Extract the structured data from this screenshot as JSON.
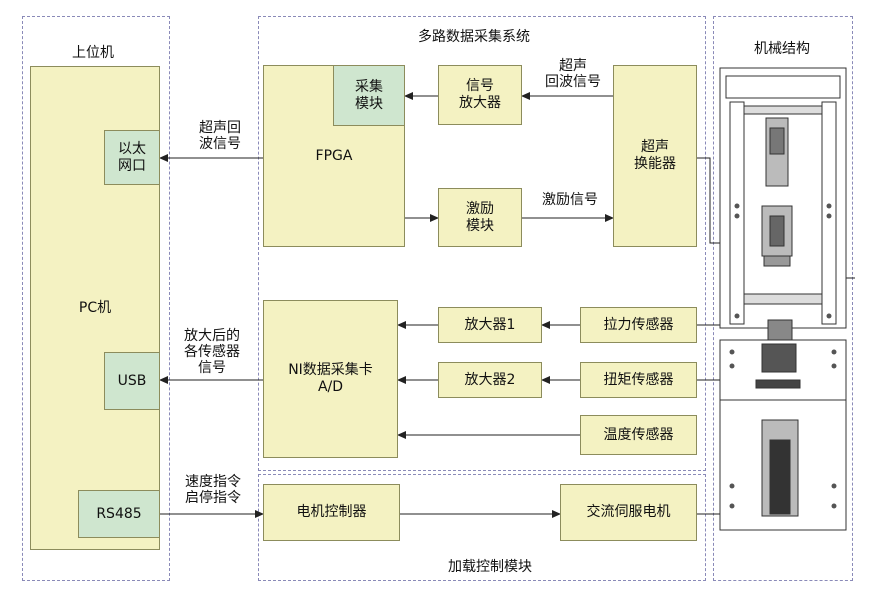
{
  "groups": {
    "host": "上位机",
    "daq_system": "多路数据采集系统",
    "mechanical": "机械结构",
    "loading": "加载控制模块"
  },
  "boxes": {
    "pc": "PC机",
    "ethernet": "以太\n网口",
    "usb": "USB",
    "rs485": "RS485",
    "fpga": "FPGA",
    "acq_module": "采集\n模块",
    "signal_amp": "信号\n放大器",
    "excitation": "激励\n模块",
    "transducer": "超声\n换能器",
    "ni_card": "NI数据采集卡\nA/D",
    "amp1": "放大器1",
    "amp2": "放大器2",
    "tension_sensor": "拉力传感器",
    "torque_sensor": "扭矩传感器",
    "temp_sensor": "温度传感器",
    "motor_ctrl": "电机控制器",
    "servo_motor": "交流伺服电机"
  },
  "labels": {
    "echo_to_host": "超声回\n波信号",
    "echo_from_transducer": "超声\n回波信号",
    "excitation_signal": "激励信号",
    "amplified_signals": "放大后的\n各传感器\n信号",
    "speed_cmd": "速度指令\n启停指令"
  }
}
